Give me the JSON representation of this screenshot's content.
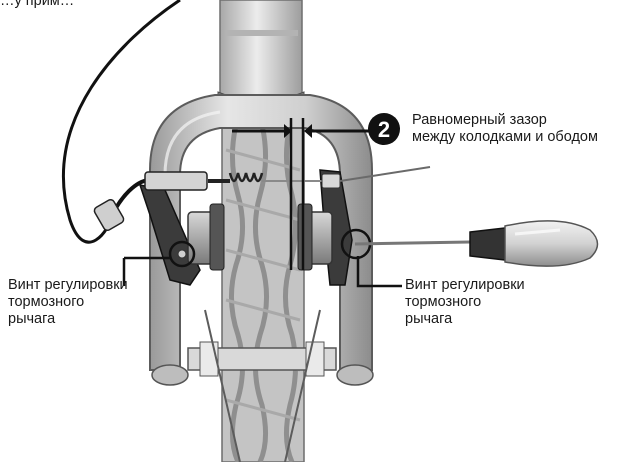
{
  "top_fragment": "…у прим…",
  "callouts": {
    "gap": {
      "step_number": "2",
      "line1": "Равномерный зазор",
      "line2": "между колодками и ободом"
    },
    "left_screw": {
      "line1": "Винт регулировки",
      "line2": "тормозного",
      "line3": "рычага"
    },
    "right_screw": {
      "line1": "Винт регулировки",
      "line2": "тормозного",
      "line3": "рычага"
    }
  },
  "colors": {
    "frame_light": "#e2e2e2",
    "frame_mid": "#b9b9b9",
    "frame_dark": "#7d7d7d",
    "tire": "#bfbfbf",
    "tire_tread": "#8f8f8f",
    "cable": "#222222",
    "screwdriver_handle": "#d0d0d0",
    "screwdriver_grip": "#3a3a3a",
    "badge": "#111111",
    "badge_text": "#ffffff"
  }
}
